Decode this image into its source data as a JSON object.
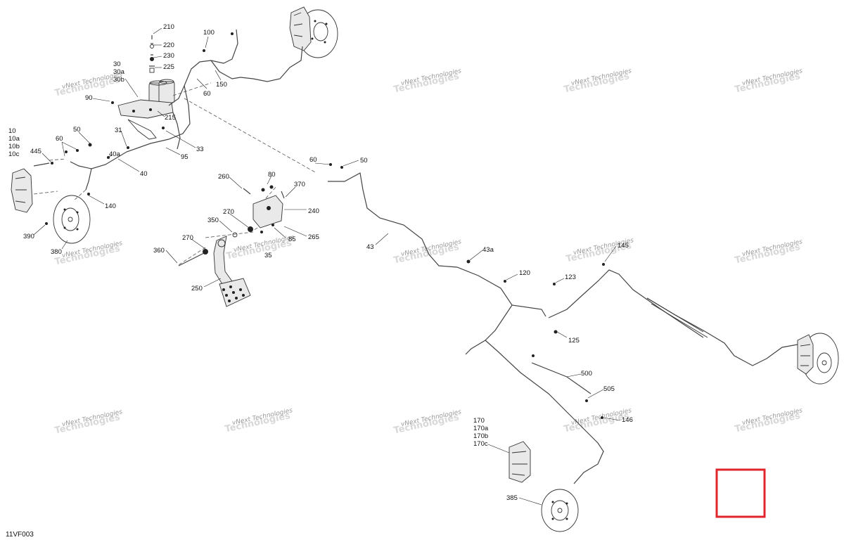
{
  "figure_code": "11VF003",
  "watermark": {
    "line1": "vNext",
    "line2": "Technologies",
    "line3": "vNext Technologies"
  },
  "highlight_color": "#e0262b",
  "part_labels": {
    "p210": "210",
    "p100": "100",
    "p220": "220",
    "p230": "230",
    "p225": "225",
    "p30": "30",
    "p30a": "30a",
    "p30b": "30b",
    "p90": "90",
    "p150": "150",
    "p60a": "60",
    "p215": "215",
    "p31": "31",
    "p33": "33",
    "p95": "95",
    "p10": "10",
    "p10a": "10a",
    "p10b": "10b",
    "p10c": "10c",
    "p60b": "60",
    "p50a": "50",
    "p445": "445",
    "p40a": "40a",
    "p40": "40",
    "p140": "140",
    "p390": "390",
    "p380": "380",
    "p260": "260",
    "p80": "80",
    "p370": "370",
    "p240": "240",
    "p270a": "270",
    "p350": "350",
    "p85": "85",
    "p265": "265",
    "p270b": "270",
    "p360": "360",
    "p35": "35",
    "p250": "250",
    "p60c": "60",
    "p50b": "50",
    "p43": "43",
    "p43a": "43a",
    "p145": "145",
    "p120": "120",
    "p123": "123",
    "p125": "125",
    "p500": "500",
    "p505": "505",
    "p146": "146",
    "p170": "170",
    "p170a": "170a",
    "p170b": "170b",
    "p170c": "170c",
    "p385": "385"
  }
}
